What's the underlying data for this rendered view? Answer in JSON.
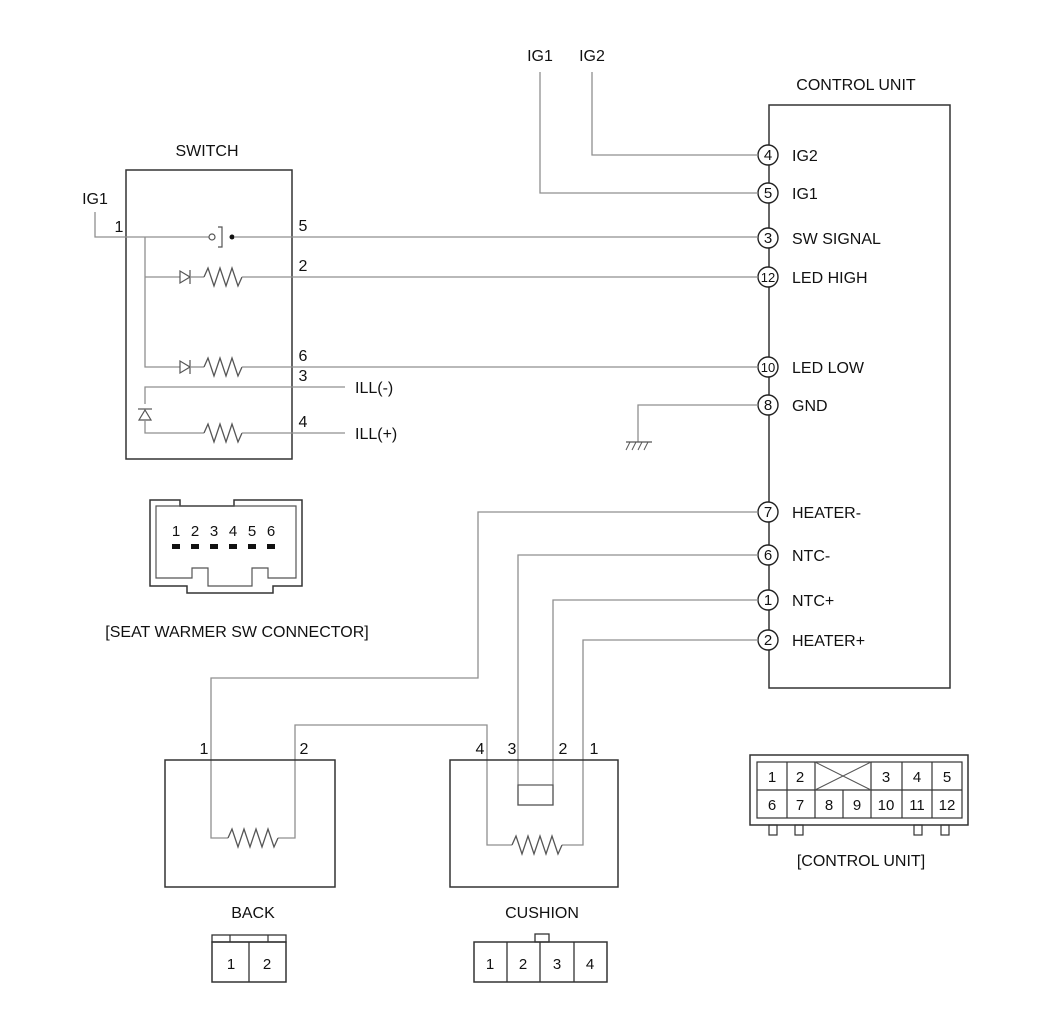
{
  "supply": {
    "ig1": "IG1",
    "ig2": "IG2",
    "switch_ig1": "IG1"
  },
  "control_unit": {
    "title": "CONTROL UNIT",
    "pins": [
      {
        "num": "4",
        "label": "IG2"
      },
      {
        "num": "5",
        "label": "IG1"
      },
      {
        "num": "3",
        "label": "SW SIGNAL"
      },
      {
        "num": "12",
        "label": "LED HIGH"
      },
      {
        "num": "10",
        "label": "LED LOW"
      },
      {
        "num": "8",
        "label": "GND"
      },
      {
        "num": "7",
        "label": "HEATER-"
      },
      {
        "num": "6",
        "label": "NTC-"
      },
      {
        "num": "1",
        "label": "NTC+"
      },
      {
        "num": "2",
        "label": "HEATER+"
      }
    ]
  },
  "switch": {
    "title": "SWITCH",
    "pins": {
      "p1": "1",
      "p5": "5",
      "p2": "2",
      "p6": "6",
      "p3": "3",
      "p4": "4"
    },
    "ill_minus": "ILL(-)",
    "ill_plus": "ILL(+)"
  },
  "sw_connector": {
    "caption": "[SEAT WARMER SW CONNECTOR]",
    "pins": [
      "1",
      "2",
      "3",
      "4",
      "5",
      "6"
    ]
  },
  "back": {
    "label": "BACK",
    "pin1": "1",
    "pin2": "2",
    "conn_pins": [
      "1",
      "2"
    ]
  },
  "cushion": {
    "label": "CUSHION",
    "pins": [
      "4",
      "3",
      "2",
      "1"
    ],
    "conn_pins": [
      "1",
      "2",
      "3",
      "4"
    ]
  },
  "cu_connector": {
    "caption": "[CONTROL UNIT]",
    "row1": [
      "1",
      "2",
      "3",
      "4",
      "5"
    ],
    "row2": [
      "6",
      "7",
      "8",
      "9",
      "10",
      "11",
      "12"
    ]
  }
}
